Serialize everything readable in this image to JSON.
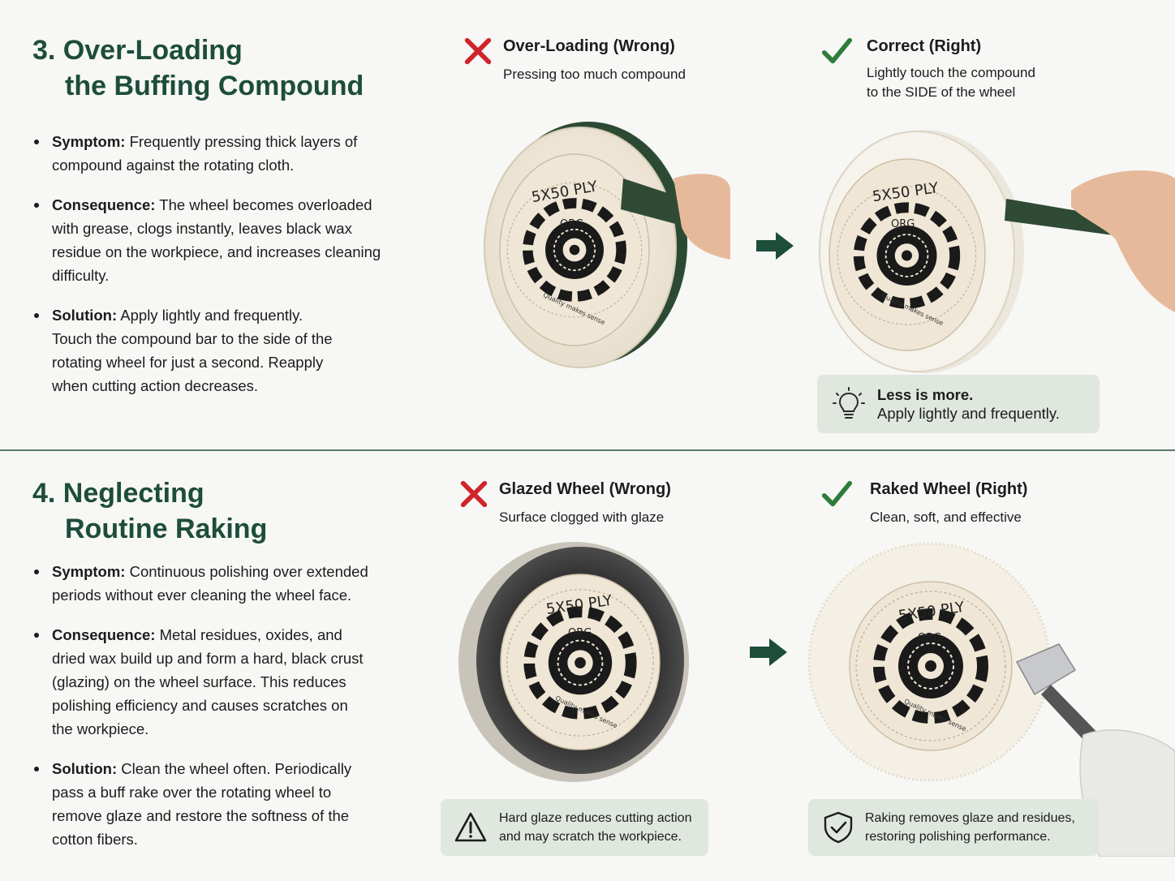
{
  "section3": {
    "title_line1": "3. Over-Loading",
    "title_line2": "the Buffing Compound",
    "bullets": [
      {
        "label": "Symptom:",
        "text": " Frequently pressing thick layers of compound against the rotating cloth."
      },
      {
        "label": "Consequence:",
        "text": " The wheel becomes overloaded with grease, clogs instantly, leaves black wax residue on the workpiece, and increases cleaning difficulty."
      },
      {
        "label": "Solution:",
        "text": " Apply lightly and frequently. Touch the compound bar to the side of the rotating wheel for just a second. Reapply when cutting action decreases."
      }
    ],
    "wrong": {
      "heading": "Over-Loading (Wrong)",
      "sub": "Pressing too much compound"
    },
    "right": {
      "heading": "Correct (Right)",
      "sub1": "Lightly touch the compound",
      "sub2": "to the SIDE of the wheel"
    },
    "tip": {
      "bold": "Less is more.",
      "text": "Apply lightly and frequently."
    }
  },
  "section4": {
    "title_line1": "4. Neglecting",
    "title_line2": "Routine Raking",
    "bullets": [
      {
        "label": "Symptom:",
        "text": " Continuous polishing over extended periods without ever cleaning the wheel face."
      },
      {
        "label": "Consequence:",
        "text": " Metal residues, oxides, and dried wax build up and form a hard, black crust (glazing) on the wheel surface. This reduces polishing efficiency and causes scratches on the workpiece."
      },
      {
        "label": "Solution:",
        "text": " Clean the wheel often. Periodically pass a buff rake over the rotating wheel to remove glaze and restore the softness of the cotton fibers."
      }
    ],
    "wrong": {
      "heading": "Glazed Wheel (Wrong)",
      "sub": "Surface clogged with glaze"
    },
    "right": {
      "heading": "Raked Wheel (Right)",
      "sub": "Clean, soft, and effective"
    },
    "warn": {
      "line1": "Hard glaze reduces cutting action",
      "line2": "and may scratch the workpiece."
    },
    "ok": {
      "line1": "Raking removes glaze and residues,",
      "line2": "restoring polishing performance."
    }
  },
  "wheel_label": {
    "ply": "5X50 PLY",
    "brand": "ORG",
    "slogan": "Quality makes sense"
  },
  "colors": {
    "brand_green": "#1d4d3b",
    "wrong_red": "#d0232a",
    "right_green": "#2e7d3a",
    "note_bg": "#dfe7df",
    "compound_bar": "#2f4a35"
  },
  "icons": {
    "wrong": "x-mark-icon",
    "right": "check-mark-icon",
    "arrow": "arrow-right-icon",
    "tip": "lightbulb-icon",
    "warn": "warning-triangle-icon",
    "ok": "shield-check-icon"
  }
}
